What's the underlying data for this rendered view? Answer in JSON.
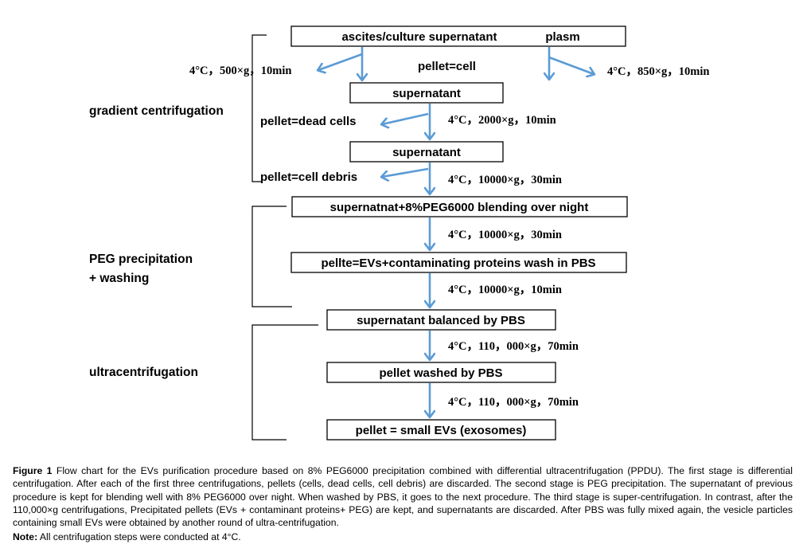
{
  "diagram": {
    "boxes": {
      "start": {
        "left": "ascites/culture supernatant",
        "right": "plasm"
      },
      "supernatant_1": "supernatant",
      "supernatant_2": "supernatant",
      "peg_blend": "supernatnat+8%PEG6000 blending over night",
      "pellet_wash": "pellte=EVs+contaminating proteins wash in PBS",
      "balanced": "supernatant balanced by PBS",
      "pellet_washed": "pellet washed by PBS",
      "final": "pellet = small EVs (exosomes)"
    },
    "labels": {
      "pellet_cell": "pellet=cell",
      "pellet_dead": "pellet=dead cells",
      "pellet_debris": "pellet=cell debris"
    },
    "conditions": {
      "c500": "4°C，500×g，10min",
      "c850": "4°C，850×g，10min",
      "c2000": "4°C，2000×g，10min",
      "c10000_30a": "4°C，10000×g，30min",
      "c10000_30b": "4°C，10000×g，30min",
      "c10000_10": "4°C，10000×g，10min",
      "c110000_a": "4°C，110，000×g，70min",
      "c110000_b": "4°C，110，000×g，70min"
    },
    "stages": {
      "gradient": "gradient centrifugation",
      "peg_line1": "PEG precipitation",
      "peg_line2": "+ washing",
      "ultra": "ultracentrifugation"
    },
    "colors": {
      "arrow": "#5b9bd5",
      "box_border": "#000000"
    }
  },
  "caption": {
    "label": "Figure 1",
    "text": " Flow chart for the EVs purification procedure based on 8% PEG6000 precipitation combined with differential ultracentrifugation (PPDU). The first stage is differential centrifugation. After each of the first three centrifugations, pellets (cells, dead cells, cell debris) are discarded. The second stage is PEG precipitation. The supernatant of previous procedure is kept for blending well with 8% PEG6000 over night. When washed by PBS, it goes to the next procedure. The third stage is super-centrifugation. In contrast, after the 110,000×g centrifugations, Precipitated pellets (EVs + contaminant proteins+ PEG) are kept, and supernatants are discarded. After PBS was fully mixed again, the vesicle particles containing small EVs were obtained by another round of ultra-centrifugation.",
    "note_label": "Note:",
    "note_text": " All centrifugation steps were conducted at 4°C."
  }
}
